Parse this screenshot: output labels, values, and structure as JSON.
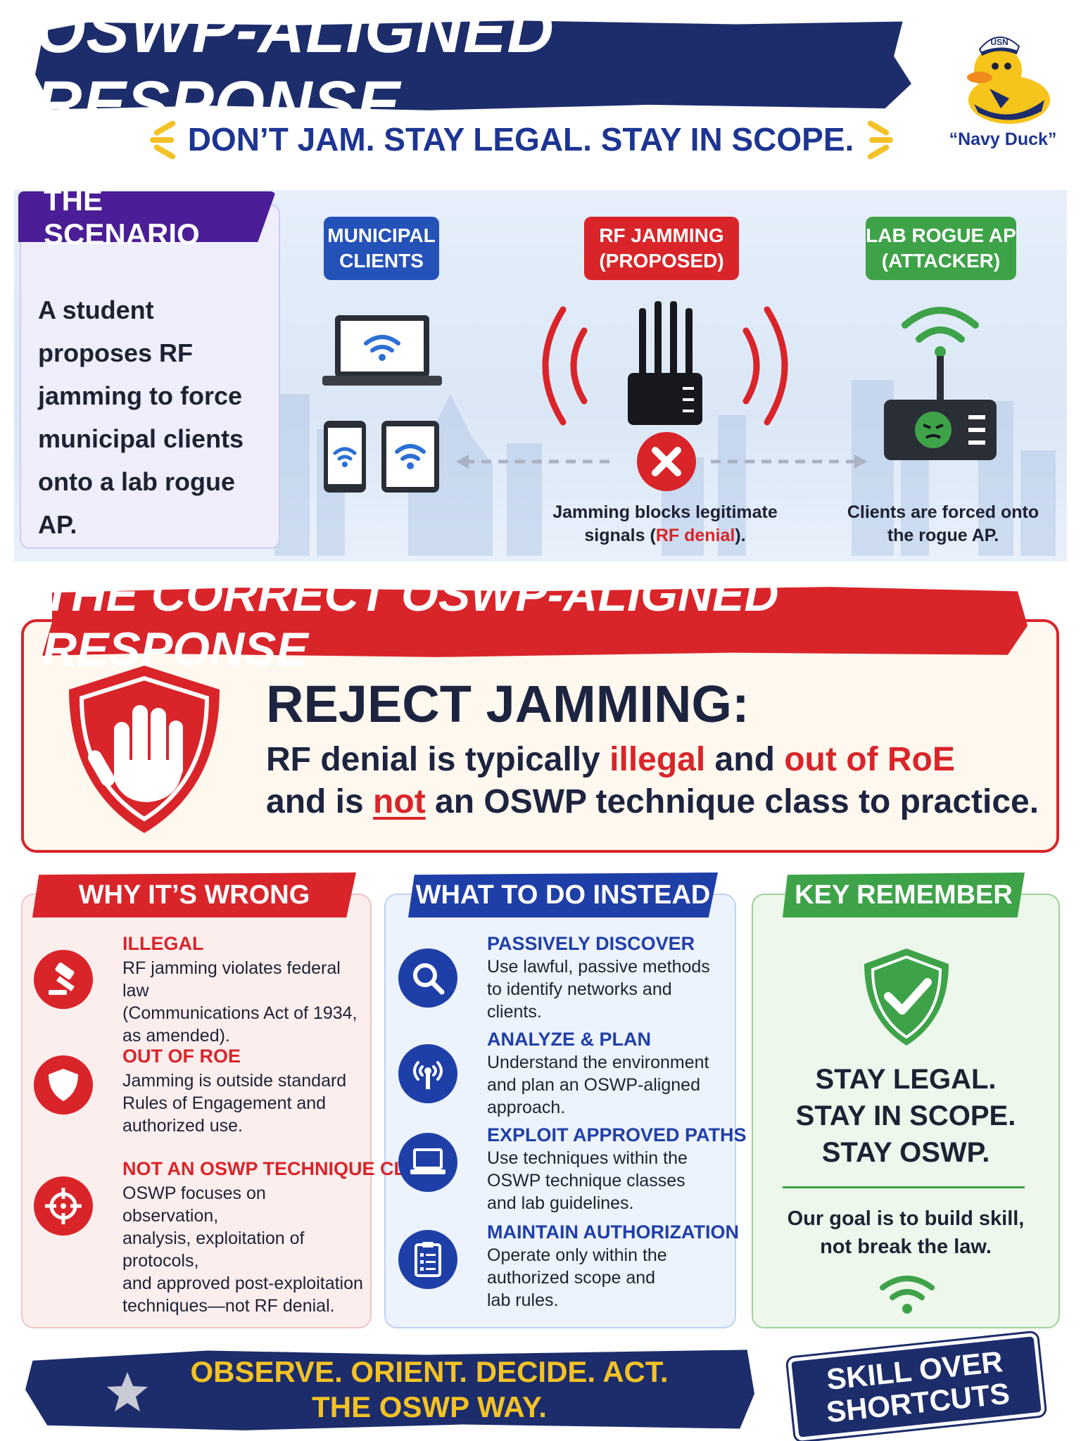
{
  "header": {
    "title": "OSWP-ALIGNED RESPONSE",
    "subtitle": "DON’T JAM. STAY LEGAL. STAY IN SCOPE.",
    "mascot_caption": "“Navy Duck”",
    "mascot_hat_text": "USN"
  },
  "scenario": {
    "tab": "THE SCENARIO",
    "text": "A student proposes RF jamming to force municipal clients onto a lab rogue AP.",
    "panels": [
      {
        "label_line1": "MUNICIPAL",
        "label_line2": "CLIENTS",
        "color": "#2552b8"
      },
      {
        "label_line1": "RF JAMMING",
        "label_line2": "(PROPOSED)",
        "color": "#d9252a"
      },
      {
        "label_line1": "LAB ROGUE AP",
        "label_line2": "(ATTACKER)",
        "color": "#3ea348"
      }
    ],
    "jam_caption_pre": "Jamming blocks legitimate",
    "jam_caption_mid": "signals (",
    "jam_caption_red": "RF denial",
    "jam_caption_post": ").",
    "rogue_caption_1": "Clients are forced onto",
    "rogue_caption_2": "the rogue AP."
  },
  "response": {
    "banner": "THE CORRECT OSWP-ALIGNED RESPONSE",
    "heading": "REJECT JAMMING:",
    "line1_a": "RF denial is typically ",
    "line1_b": "illegal",
    "line1_c": " and ",
    "line1_d": "out of RoE",
    "line2_a": "and is ",
    "line2_b": "not",
    "line2_c": " an OSWP technique class to practice."
  },
  "why": {
    "tab": "WHY IT’S WRONG",
    "items": [
      {
        "title": "ILLEGAL",
        "body": [
          "RF jamming violates federal law",
          "(Communications Act of 1934,",
          "as amended)."
        ],
        "icon": "gavel-icon"
      },
      {
        "title": "OUT OF ROE",
        "body": [
          "Jamming is outside standard",
          "Rules of Engagement and",
          "authorized use."
        ],
        "icon": "shield-icon"
      },
      {
        "title": "NOT AN OSWP TECHNIQUE CLASS",
        "body": [
          "OSWP focuses on observation,",
          "analysis, exploitation of protocols,",
          "and approved post-exploitation",
          "techniques—not RF denial."
        ],
        "icon": "crosshair-icon"
      }
    ]
  },
  "instead": {
    "tab": "WHAT TO DO INSTEAD",
    "items": [
      {
        "title": "PASSIVELY DISCOVER",
        "body": [
          "Use lawful, passive methods",
          "to identify networks and",
          "clients."
        ],
        "icon": "magnifier-icon"
      },
      {
        "title": "ANALYZE & PLAN",
        "body": [
          "Understand the environment",
          "and plan an OSWP-aligned",
          "approach."
        ],
        "icon": "antenna-icon"
      },
      {
        "title": "EXPLOIT APPROVED PATHS",
        "body": [
          "Use techniques within the",
          "OSWP technique classes",
          "and lab guidelines."
        ],
        "icon": "laptop-icon"
      },
      {
        "title": "MAINTAIN AUTHORIZATION",
        "body": [
          "Operate only within the",
          "authorized scope and",
          "lab rules."
        ],
        "icon": "checklist-icon"
      }
    ]
  },
  "remember": {
    "tab": "KEY REMEMBER",
    "stay_1": "STAY LEGAL.",
    "stay_2": "STAY IN SCOPE.",
    "stay_3": "STAY OSWP.",
    "goal_1": "Our goal is to build skill,",
    "goal_2": "not break the law."
  },
  "footer": {
    "line1": "OBSERVE. ORIENT. DECIDE. ACT.",
    "line2": "THE OSWP WAY.",
    "stamp_1": "SKILL OVER",
    "stamp_2": "SHORTCUTS"
  },
  "colors": {
    "navy": "#1d2d6b",
    "red": "#d9252a",
    "blue": "#1f3fa8",
    "green": "#3ea348",
    "gold": "#f3c225",
    "purple": "#4b1d96"
  }
}
